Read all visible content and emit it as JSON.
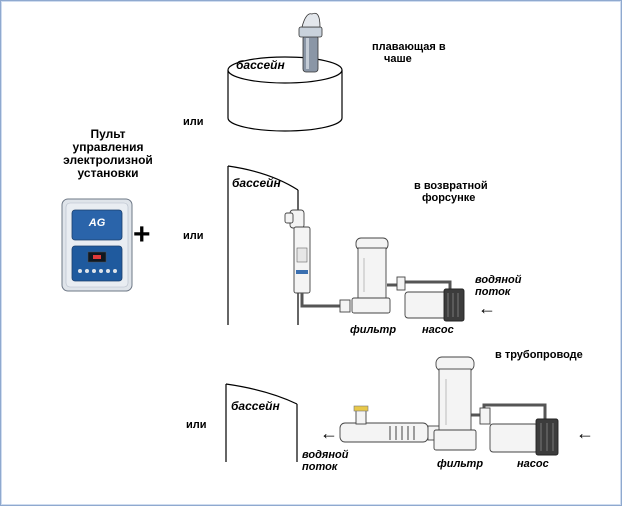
{
  "colors": {
    "frame_border": "#8fa9cf",
    "controller_body": "#dfe4ea",
    "controller_panel": "#1f5a9e",
    "equipment": "#f4f4f4",
    "outline": "#000000"
  },
  "controller": {
    "label_lines": [
      "Пульт",
      "управления",
      "электролизной",
      "установки"
    ],
    "badge": "AG",
    "plus": "+"
  },
  "options": {
    "or_label": "или",
    "floating": {
      "pool_label": "бассейн",
      "caption_lines": [
        "плавающая в",
        "чаше"
      ]
    },
    "return_nozzle": {
      "pool_label": "бассейн",
      "caption_lines": [
        "в возвратной",
        "форсунке"
      ],
      "filter_label": "фильтр",
      "pump_label": "насос",
      "flow_lines": [
        "водяной",
        "поток"
      ],
      "arrow": "←"
    },
    "pipeline": {
      "pool_label": "бассейн",
      "caption": "в трубопроводе",
      "filter_label": "фильтр",
      "pump_label": "насос",
      "flow_lines": [
        "водяной",
        "поток"
      ],
      "arrow_in": "←",
      "arrow_out": "←"
    }
  }
}
